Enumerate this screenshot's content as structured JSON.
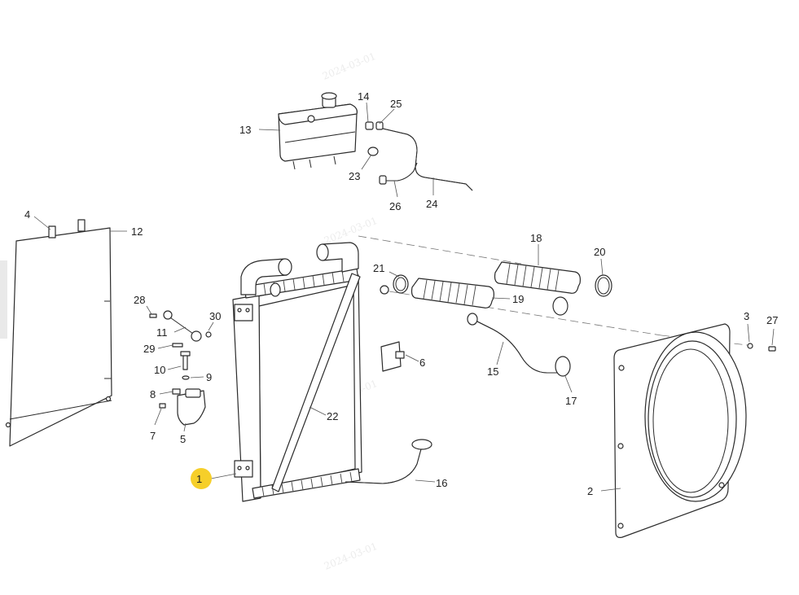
{
  "watermarks": [
    "2024-03-01",
    "2024-03-01",
    "2024-03-01",
    "2024-03-01"
  ],
  "labels": {
    "l1": "1",
    "l2": "2",
    "l3": "3",
    "l4": "4",
    "l5": "5",
    "l6": "6",
    "l7": "7",
    "l8": "8",
    "l9": "9",
    "l10": "10",
    "l11": "11",
    "l12": "12",
    "l13": "13",
    "l14": "14",
    "l15": "15",
    "l16": "16",
    "l17": "17",
    "l18": "18",
    "l19": "19",
    "l20": "20",
    "l21": "21",
    "l22": "22",
    "l23": "23",
    "l24": "24",
    "l25": "25",
    "l26": "26",
    "l27": "27",
    "l28": "28",
    "l29": "29",
    "l30": "30"
  },
  "highlight": {
    "selected_part": "1",
    "color": "#f6cf2a"
  }
}
